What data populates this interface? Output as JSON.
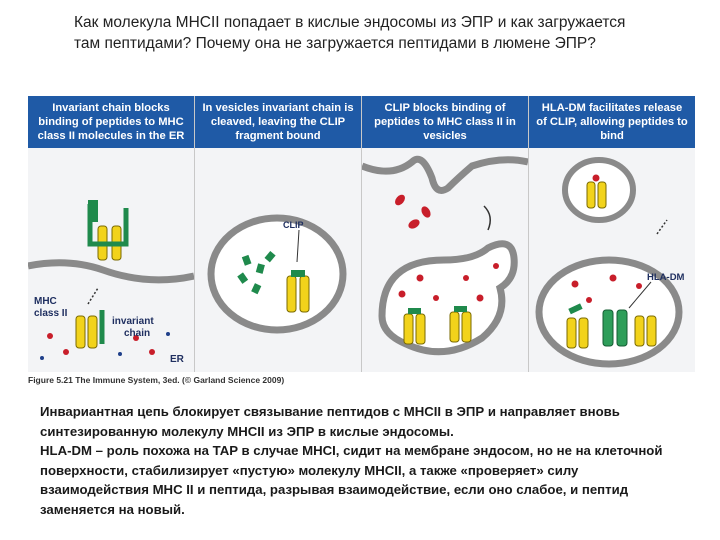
{
  "question": "Как молекула MHCII попадает в кислые эндосомы из ЭПР и как загружается там пептидами? Почему она не загружается пептидами в люмене ЭПР?",
  "panels": [
    {
      "title": "Invariant chain blocks binding of peptides to MHC class II molecules in the ER"
    },
    {
      "title": "In vesicles invariant chain is cleaved, leaving the CLIP fragment bound"
    },
    {
      "title": "CLIP blocks binding of peptides to MHC class II in vesicles"
    },
    {
      "title": "HLA-DM facilitates release of CLIP, allowing peptides to bind"
    }
  ],
  "labels": {
    "mhc": "MHC",
    "class_ii": "class II",
    "invariant": "invariant",
    "chain": "chain",
    "er": "ER",
    "clip": "CLIP",
    "hla_dm": "HLA-DM"
  },
  "caption": "Figure 5.21 The Immune System, 3ed. (© Garland Science 2009)",
  "explanation": {
    "line1": "Инвариантная цепь блокирует связывание пептидов с MHCII в ЭПР и направляет вновь синтезированную молекулу MHCII из ЭПР в  кислые эндосомы.",
    "line2": "HLA-DM – роль похожа на TAP в случае MHCI, сидит на мембране эндосом, но не на клеточной поверхности, стабилизирует «пустую» молекулу MHCII, а также «проверяет» силу взаимодействия MHC II и пептида, разрывая взаимодействие, если оно слабое, и  пептид заменяется на новый."
  },
  "colors": {
    "header": "#1f5aa6",
    "mhc_yellow": "#f2d31b",
    "invariant_green": "#1f8a4c",
    "peptide_red": "#c81e2a",
    "membrane": "#8a8a8a",
    "hla_dm_green": "#2e9e5a"
  }
}
